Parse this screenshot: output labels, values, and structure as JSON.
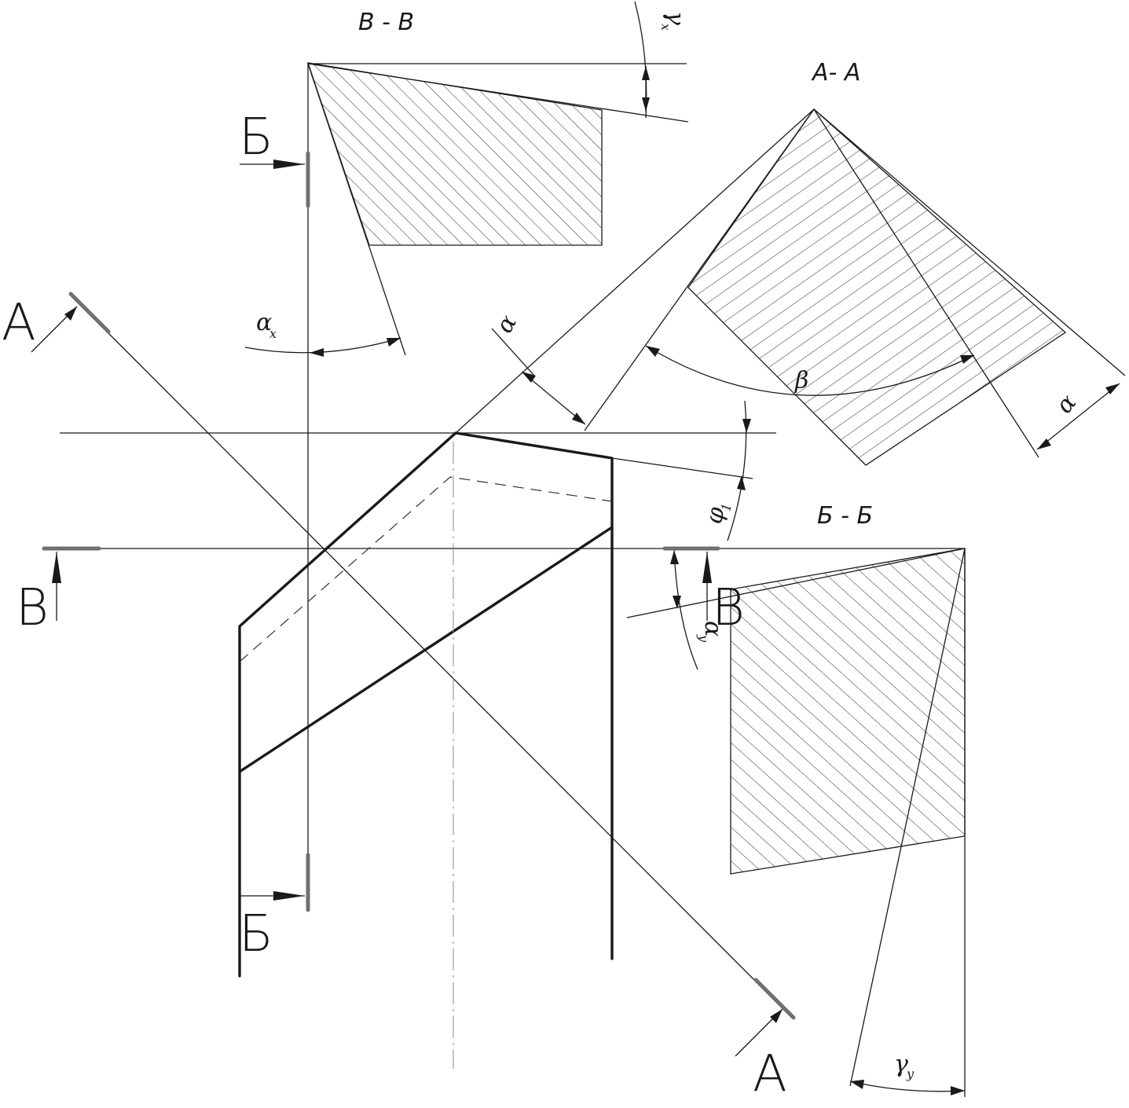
{
  "sections": {
    "vv_title": "В - В",
    "aa_title": "А- А",
    "bb_title": "Б - Б"
  },
  "cut_markers": {
    "a_top": "А",
    "a_bottom": "А",
    "b_top": "Б",
    "b_bottom": "Б",
    "v_left": "В",
    "v_right": "В"
  },
  "angles": {
    "gamma": "γ",
    "x_sub": "x",
    "y_sub": "y",
    "alpha": "α",
    "beta": "β",
    "phi": "φ",
    "one_sub": "1"
  }
}
